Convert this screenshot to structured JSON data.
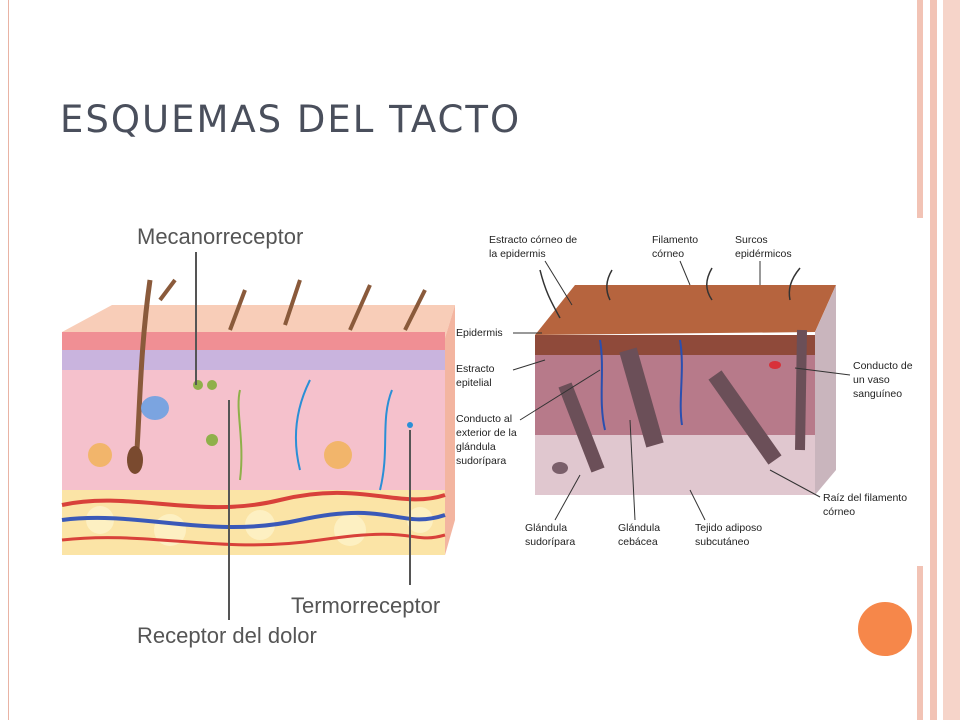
{
  "title": "ESQUEMAS DEL TACTO",
  "left_diagram": {
    "labels": {
      "mechanoreceptor": "Mecanorreceptor",
      "thermoreceptor": "Termorreceptor",
      "pain_receptor": "Receptor del dolor"
    }
  },
  "right_diagram": {
    "labels": {
      "stratum_corneum_line1": "Estracto córneo de",
      "stratum_corneum_line2": "la epidermis",
      "filament_line1": "Filamento",
      "filament_line2": "córneo",
      "grooves_line1": "Surcos",
      "grooves_line2": "epidérmicos",
      "epidermis": "Epidermis",
      "epithelial_line1": "Estracto",
      "epithelial_line2": "epitelial",
      "duct_line1": "Conducto al",
      "duct_line2": "exterior de la",
      "duct_line3": "glándula",
      "duct_line4": "sudorípara",
      "vessel_line1": "Conducto de",
      "vessel_line2": "un vaso",
      "vessel_line3": "sanguíneo",
      "root_line1": "Raíz del filamento",
      "root_line2": "córneo",
      "sweat_line1": "Glándula",
      "sweat_line2": "sudorípara",
      "sebaceous_line1": "Glándula",
      "sebaceous_line2": "cebácea",
      "adipose_line1": "Tejido adiposo",
      "adipose_line2": "subcutáneo"
    }
  },
  "colors": {
    "title": "#4a4f5c",
    "accent_circle": "#f6874a",
    "frame": "#f2c3b5"
  }
}
